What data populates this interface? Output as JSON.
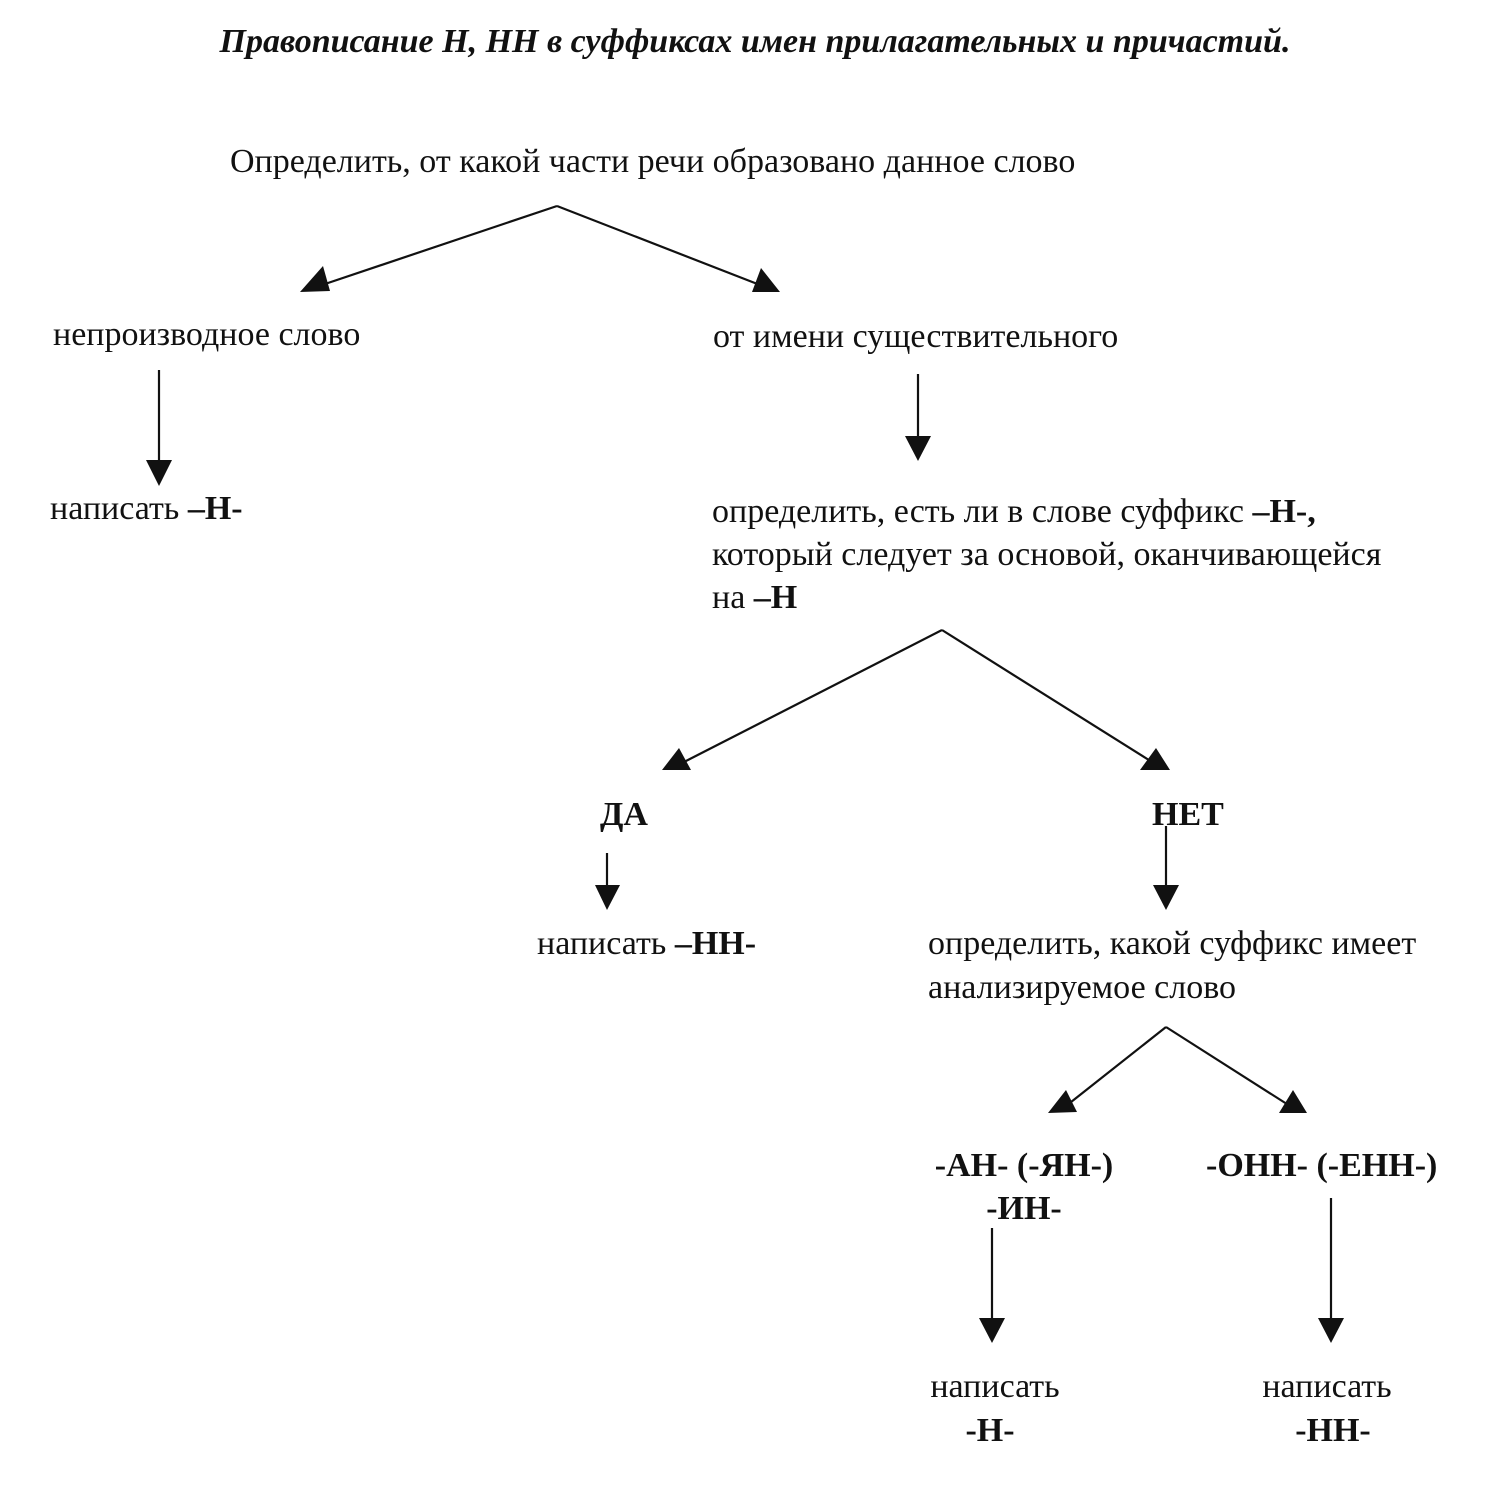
{
  "title": "Правописание Н, НН в суффиксах имен прилагательных и причастий.",
  "nodes": {
    "root": "Определить, от какой части речи образовано данное слово",
    "non_derived": "непроизводное слово",
    "non_derived_result_prefix": "написать ",
    "non_derived_result_suffix": "–Н-",
    "from_noun": "от имени существительного",
    "check_line1_prefix": "определить, есть ли в слове суффикс ",
    "check_line1_suffix": "–Н-,",
    "check_line2": "который следует за основой, оканчивающейся",
    "check_line3_prefix": "на ",
    "check_line3_suffix": "–Н",
    "yes": "ДА",
    "no": "НЕТ",
    "yes_result_prefix": "написать ",
    "yes_result_suffix": "–НН-",
    "suffix_q_line1": "определить, какой суффикс имеет",
    "suffix_q_line2": "анализируемое слово",
    "an_line1": "-АН- (-ЯН-)",
    "an_line2": "-ИН-",
    "onn_line1": "-ОНН- (-ЕНН-)",
    "an_result_line1": "написать",
    "an_result_line2": "-Н-",
    "onn_result_line1": "написать",
    "onn_result_line2": "-НН-"
  }
}
